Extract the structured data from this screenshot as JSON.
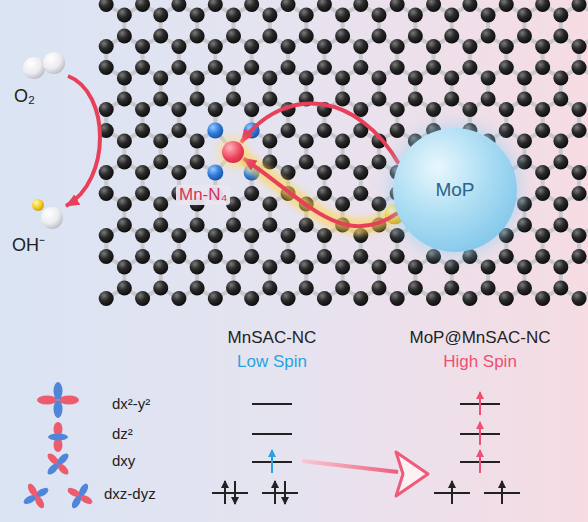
{
  "diagram": {
    "nodes": [
      {
        "text": [
          "MoP"
        ]
      },
      {
        "text": [
          "Mn-N₄"
        ]
      }
    ],
    "edges": [
      {
        "from": 0,
        "to": 1,
        "arrow": "to"
      },
      {
        "from": 0,
        "to": 1,
        "arrow": "to"
      }
    ],
    "labels": [
      "O₂",
      "OH⁻",
      "MnSAC-NC",
      "MoP@MnSAC-NC",
      "Low Spin",
      "High Spin",
      "dx²-y²",
      "dz²",
      "dxy",
      "dxz-dyz"
    ]
  }
}
